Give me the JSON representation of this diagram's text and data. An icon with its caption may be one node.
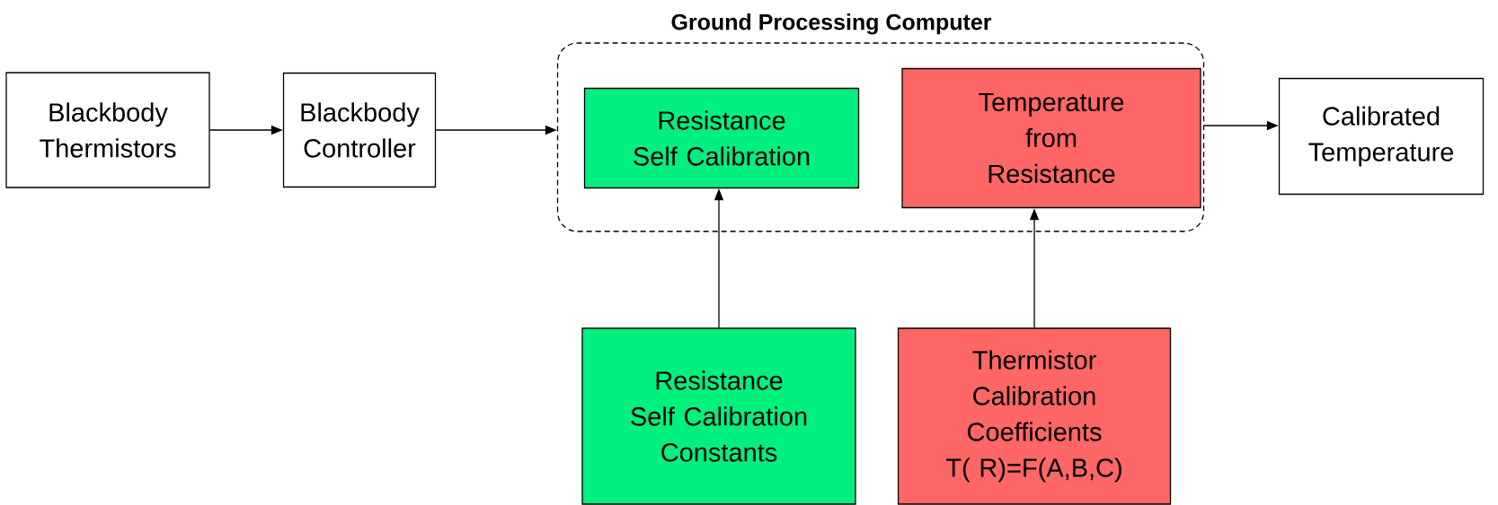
{
  "diagram": {
    "nodes": [
      {
        "text": [
          "Blackbody Thermistors"
        ]
      },
      {
        "text": [
          "Blackbody Controller"
        ]
      },
      {
        "text": [
          "Ground Processing Computer"
        ]
      },
      {
        "text": [
          "Resistance Self Calibration"
        ],
        "in": 2
      },
      {
        "text": [
          "Temperature from Resistance"
        ],
        "in": 2
      },
      {
        "text": [
          "Calibrated Temperature"
        ]
      },
      {
        "text": [
          "Resistance Self Calibration Constants"
        ]
      },
      {
        "text": [
          "Thermistor Calibration Coefficients",
          "T( R)=F(A,B,C)"
        ]
      }
    ],
    "edges": [
      {
        "from": 0,
        "to": 1,
        "arrow": "to"
      },
      {
        "from": 1,
        "to": 2,
        "arrow": "to"
      },
      {
        "from": 2,
        "to": 5,
        "arrow": "to"
      },
      {
        "from": 6,
        "to": 3,
        "arrow": "to"
      },
      {
        "from": 7,
        "to": 4,
        "arrow": "to"
      }
    ]
  }
}
